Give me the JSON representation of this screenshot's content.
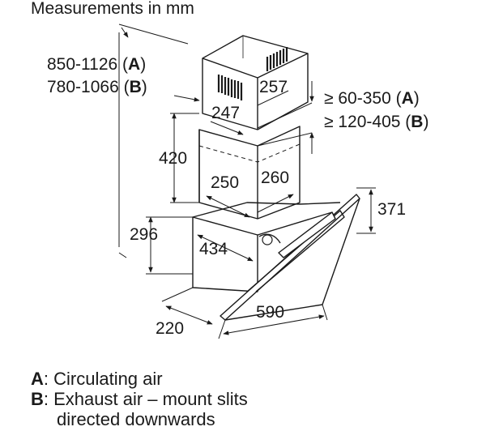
{
  "title": "Measurements in mm",
  "overall_height": {
    "a_value": "850-1126 (",
    "a_key": "A",
    "b_value": "780-1066 (",
    "b_key": "B",
    "close": ")"
  },
  "chimney_gap": {
    "a_value": "≥ 60-350 (",
    "a_key": "A",
    "b_value": "≥ 120-405 (",
    "b_key": "B",
    "close": ")"
  },
  "dimensions": {
    "upper_width": "247",
    "upper_depth": "257",
    "chimney_height": "420",
    "lower_width": "250",
    "lower_depth": "260",
    "canopy_height": "371",
    "body_height": "296",
    "body_depth": "434",
    "bottom_depth": "220",
    "glass_width": "590"
  },
  "legend": {
    "a_key": "A",
    "a_text": ": Circulating air",
    "b_key": "B",
    "b_text": ": Exhaust air – mount slits",
    "b_text_cont": "directed downwards"
  }
}
